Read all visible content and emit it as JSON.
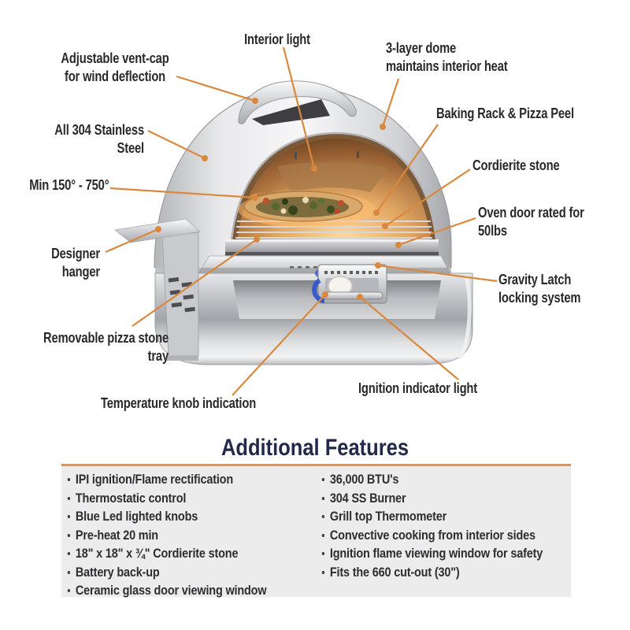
{
  "callouts": {
    "interior_light": "Interior light",
    "vent_cap": "Adjustable vent-cap\nfor wind deflection",
    "dome": "3-layer dome\nmaintains interior heat",
    "stainless": "All 304 Stainless Steel",
    "baking_rack": "Baking Rack & Pizza Peel",
    "min_temp": "Min 150° - 750°",
    "cordierite": "Cordierite stone",
    "oven_door": "Oven door rated for 50lbs",
    "designer_hanger": "Designer hanger",
    "gravity_latch": "Gravity Latch\nlocking system",
    "removable_tray": "Removable pizza stone tray",
    "temp_knob": "Temperature knob indication",
    "ignition_light": "Ignition indicator light"
  },
  "additional_features": {
    "title": "Additional Features",
    "left_items": [
      "IPI ignition/Flame rectification",
      "Thermostatic control",
      "Blue Led lighted knobs",
      "Pre-heat 20 min",
      "18\" x 18\" x ¾\" Cordierite stone",
      "Battery back-up",
      "Ceramic glass door viewing window"
    ],
    "right_items": [
      "36,000 BTU's",
      "304 SS Burner",
      "Grill top Thermometer",
      "Convective cooking from interior sides",
      "Ignition flame viewing window for safety",
      "Fits the 660 cut-out (30\")"
    ]
  },
  "colors": {
    "leader_line": "#D9883E",
    "title_rule": "#E8914A",
    "title_text": "#22294B",
    "label_text": "#29292B",
    "panel_background": "#ECECEC",
    "knob_led": "#3052CE"
  }
}
